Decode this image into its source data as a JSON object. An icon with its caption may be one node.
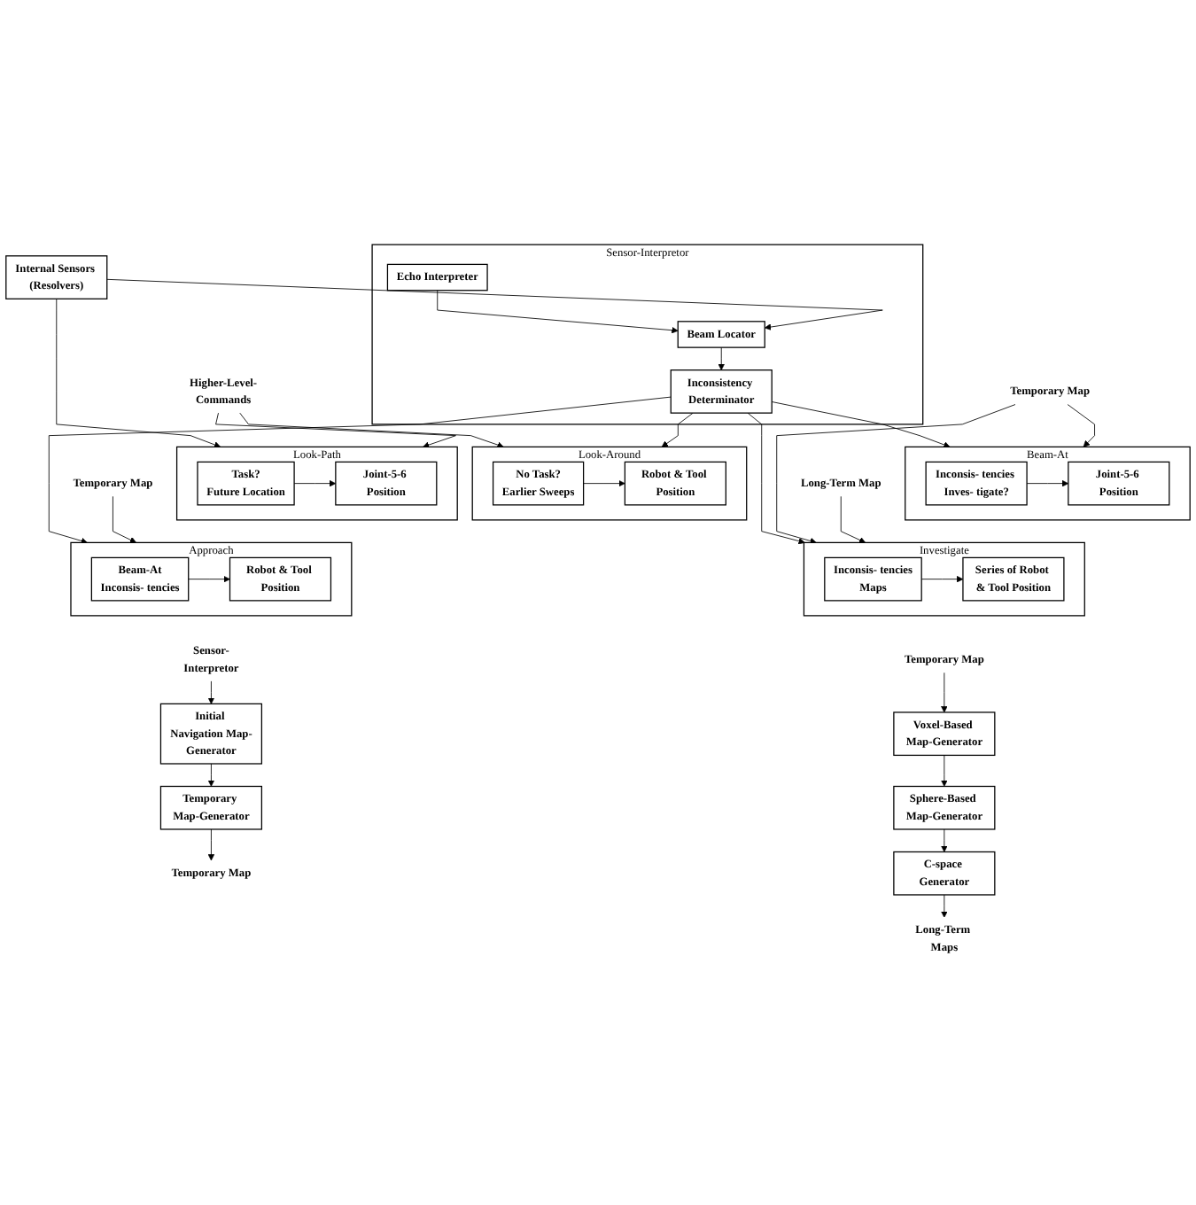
{
  "diagram": {
    "nodes": [
      {
        "text": [
          "Sensor-Interpretor"
        ]
      },
      {
        "text": [
          "Echo Interpreter"
        ],
        "in": 0
      },
      {
        "text": [
          "Beam Locator"
        ],
        "in": 0
      },
      {
        "text": [
          "Inconsistency Determinator"
        ],
        "in": 0
      },
      {
        "text": [
          "Internal Sensors (Resolvers)"
        ]
      },
      {
        "text": [
          "Higher-Level-Commands"
        ]
      },
      {
        "text": [
          "Look-Path"
        ]
      },
      {
        "text": [
          "Task?",
          "Future Location"
        ],
        "in": 6
      },
      {
        "text": [
          "Joint-5-6 Position"
        ],
        "in": 6
      },
      {
        "text": [
          "Look-Around"
        ]
      },
      {
        "text": [
          "No Task?",
          "Earlier Sweeps"
        ],
        "in": 9
      },
      {
        "text": [
          "Robot & Tool Position"
        ],
        "in": 9
      },
      {
        "text": [
          "Beam-At"
        ]
      },
      {
        "text": [
          "Inconsis- tencies Inves- tigate?"
        ],
        "in": 12
      },
      {
        "text": [
          "Joint-5-6 Position"
        ],
        "in": 12
      },
      {
        "text": [
          "Approach"
        ]
      },
      {
        "text": [
          "Beam-At",
          "Inconsis- tencies"
        ],
        "in": 15
      },
      {
        "text": [
          "Robot & Tool Position"
        ],
        "in": 15
      },
      {
        "text": [
          "Temporary Map"
        ]
      },
      {
        "text": [
          "Investigate"
        ]
      },
      {
        "text": [
          "Inconsis- tencies",
          "Maps"
        ],
        "in": 19
      },
      {
        "text": [
          "Series of Robot & Tool Position"
        ],
        "in": 19
      },
      {
        "text": [
          "Temporary Map"
        ]
      },
      {
        "text": [
          "Long-Term Map"
        ]
      },
      {
        "text": [
          "Sensor-Interpretor"
        ]
      },
      {
        "text": [
          "Initial Navigation Map-Generator"
        ]
      },
      {
        "text": [
          "Temporary Map-Generator"
        ]
      },
      {
        "text": [
          "Temporary Map"
        ]
      },
      {
        "text": [
          "Temporary Map"
        ]
      },
      {
        "text": [
          "Voxel-Based Map-Generator"
        ]
      },
      {
        "text": [
          "Sphere-Based Map-Generator"
        ]
      },
      {
        "text": [
          "C-space Generator"
        ]
      },
      {
        "text": [
          "Long-Term Maps"
        ]
      }
    ],
    "edges": [
      {
        "from": 1,
        "to": 2,
        "arrow": "to"
      },
      {
        "from": 2,
        "to": 3,
        "arrow": "to"
      },
      {
        "from": 4,
        "to": 2,
        "arrow": "to"
      },
      {
        "from": 4,
        "to": 6,
        "arrow": "to"
      },
      {
        "from": 5,
        "to": 6,
        "arrow": "to"
      },
      {
        "from": 5,
        "to": 9,
        "arrow": "to"
      },
      {
        "from": 3,
        "to": 9,
        "arrow": "to"
      },
      {
        "from": 3,
        "to": 12,
        "arrow": "to"
      },
      {
        "from": 7,
        "to": 8,
        "arrow": "to"
      },
      {
        "from": 10,
        "to": 11,
        "arrow": "to"
      },
      {
        "from": 13,
        "to": 14,
        "arrow": "to"
      },
      {
        "from": 3,
        "to": 15,
        "arrow": "to"
      },
      {
        "from": 3,
        "to": 19,
        "arrow": "to"
      },
      {
        "from": 22,
        "to": 12,
        "arrow": "to"
      },
      {
        "from": 18,
        "to": 15,
        "arrow": "to"
      },
      {
        "from": 16,
        "to": 17,
        "arrow": "to"
      },
      {
        "from": 20,
        "to": 21,
        "arrow": "to"
      },
      {
        "from": 22,
        "to": 19,
        "arrow": "to"
      },
      {
        "from": 23,
        "to": 19,
        "arrow": "to"
      },
      {
        "from": 24,
        "to": 25,
        "arrow": "to"
      },
      {
        "from": 25,
        "to": 26,
        "arrow": "to"
      },
      {
        "from": 26,
        "to": 27,
        "arrow": "to"
      },
      {
        "from": 28,
        "to": 29,
        "arrow": "to"
      },
      {
        "from": 29,
        "to": 30,
        "arrow": "to"
      },
      {
        "from": 30,
        "to": 31,
        "arrow": "to"
      },
      {
        "from": 31,
        "to": 32,
        "arrow": "to"
      }
    ]
  }
}
